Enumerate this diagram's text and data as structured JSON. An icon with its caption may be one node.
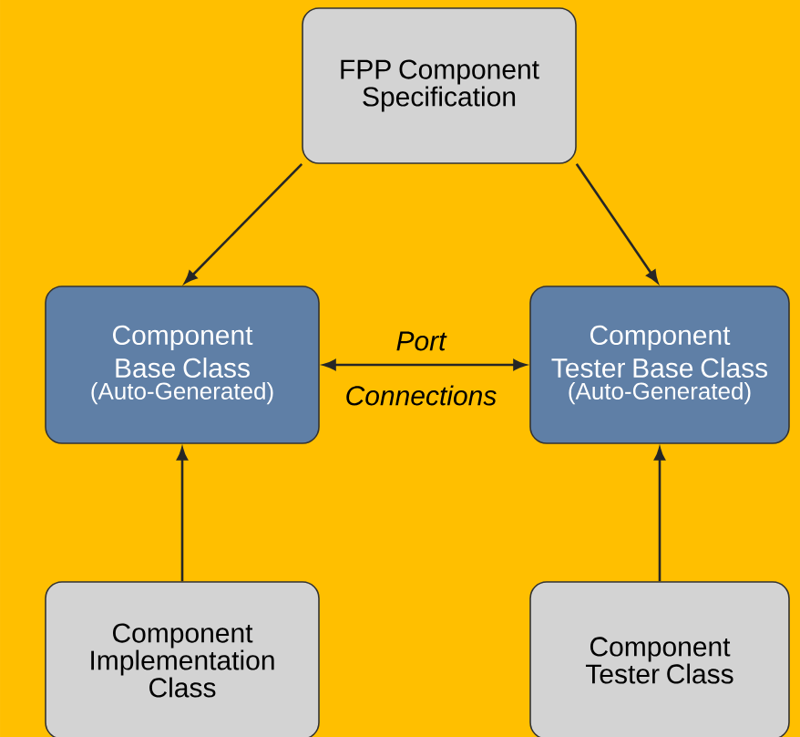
{
  "diagram": {
    "nodes": [
      {
        "text": [
          "FPP Component Specification"
        ]
      },
      {
        "text": [
          "Component Base Class",
          "(Auto-Generated)"
        ]
      },
      {
        "text": [
          "Component Tester Base Class",
          "(Auto-Generated)"
        ]
      },
      {
        "text": [
          "Component Implementation Class"
        ]
      },
      {
        "text": [
          "Component Tester Class"
        ]
      }
    ],
    "edges": [
      {
        "from": 0,
        "to": 1,
        "arrow": "to"
      },
      {
        "from": 0,
        "to": 2,
        "arrow": "to"
      },
      {
        "from": 1,
        "to": 2,
        "arrow": "both",
        "label": "Port Connections"
      },
      {
        "from": 3,
        "to": 1,
        "arrow": "to"
      },
      {
        "from": 4,
        "to": 2,
        "arrow": "to"
      }
    ]
  }
}
